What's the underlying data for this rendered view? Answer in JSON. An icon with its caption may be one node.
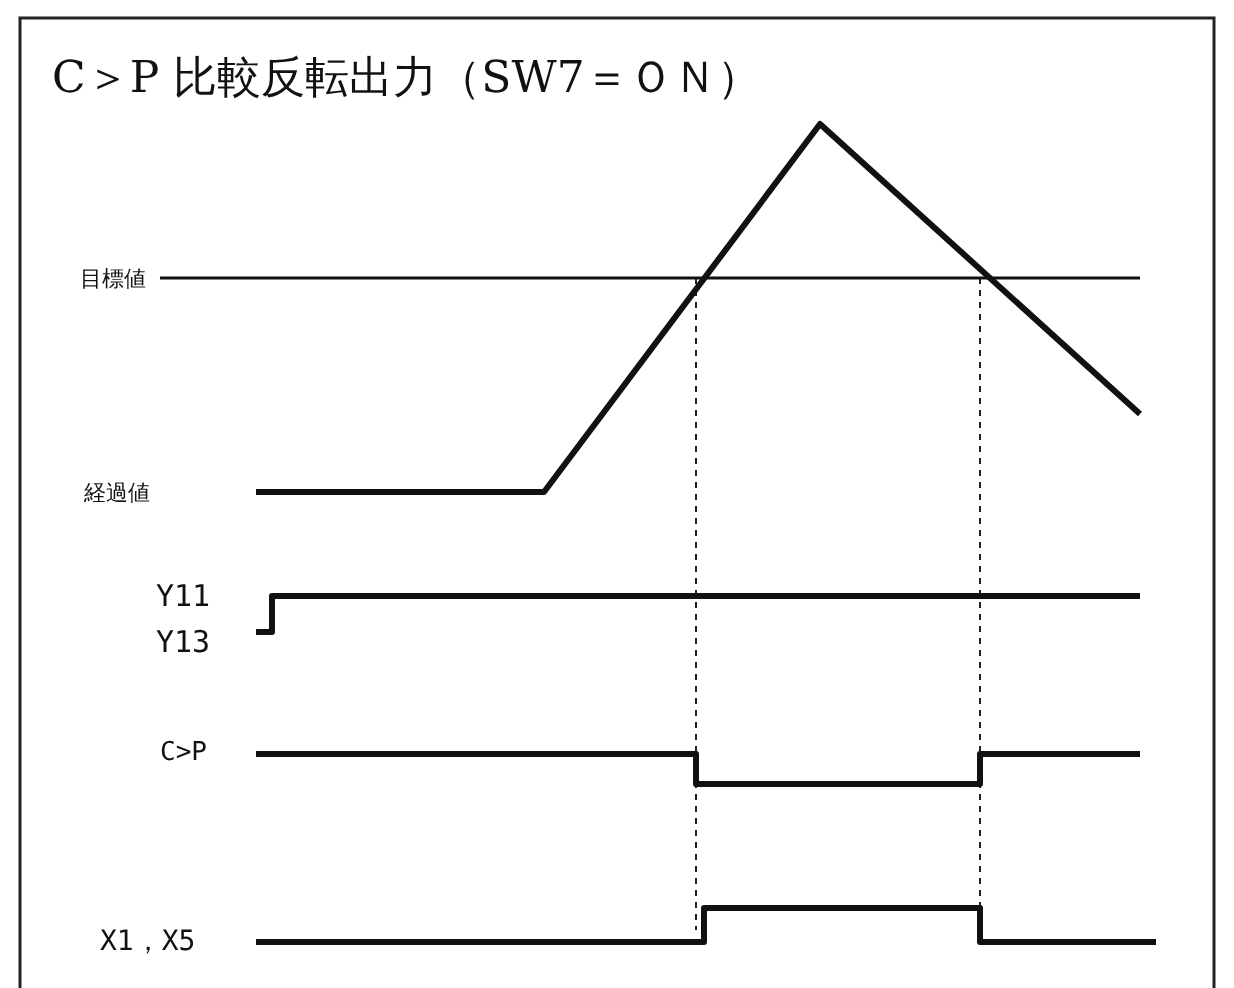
{
  "diagram": {
    "title": "C＞P 比較反転出力（SW7＝ＯＮ）",
    "labels": [
      "目標値",
      "経過値",
      "Y11",
      "Y13",
      "C>P",
      "X1，X5"
    ]
  }
}
